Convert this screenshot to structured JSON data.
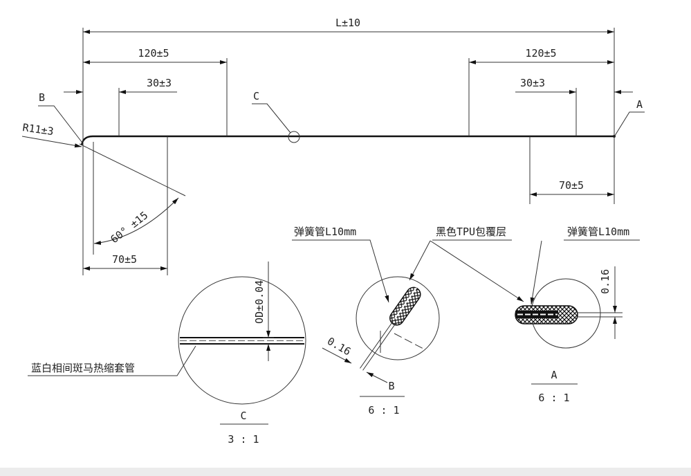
{
  "drawing": {
    "overall_length": "L±10",
    "left_120": "120±5",
    "right_120": "120±5",
    "left_30": "30±3",
    "right_30": "30±3",
    "right_70": "70±5",
    "left_70": "70±5",
    "angle": "60° ±15",
    "radius": "R11±3",
    "label_b": "B",
    "label_c": "C",
    "label_a": "A"
  },
  "detail_c": {
    "od": "OD±0.04",
    "callout": "蓝白相间斑马热缩套管",
    "name": "C",
    "scale": "3 : 1"
  },
  "detail_b": {
    "spring": "弹簧管L10mm",
    "tpu": "黑色TPU包覆层",
    "dim": "0.16",
    "name": "B",
    "scale": "6 : 1"
  },
  "detail_a": {
    "spring": "弹簧管L10mm",
    "dim": "0.16",
    "name": "A",
    "scale": "6 : 1"
  }
}
